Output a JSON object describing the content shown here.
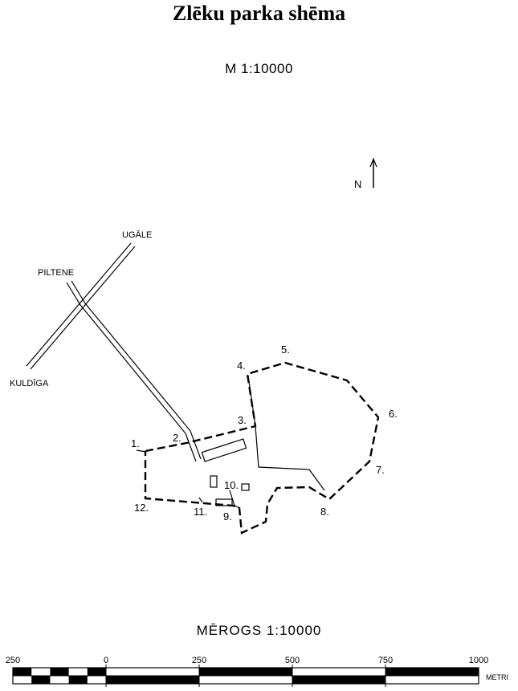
{
  "title": "Zlēku parka shēma",
  "scale_top": "M 1:10000",
  "scale_bottom": "MĒROGS  1:10000",
  "north": "N",
  "roads": {
    "ugale": "UGĀLE",
    "piltene": "PILTENE",
    "kuldiga": "KULDĪGA"
  },
  "points": [
    "1.",
    "2.",
    "3.",
    "4.",
    "5.",
    "6.",
    "7.",
    "8.",
    "9.",
    "10.",
    "11.",
    "12."
  ],
  "scalebar": {
    "ticks": [
      "250",
      "0",
      "250",
      "500",
      "750",
      "1000"
    ],
    "unit": "METRI"
  }
}
